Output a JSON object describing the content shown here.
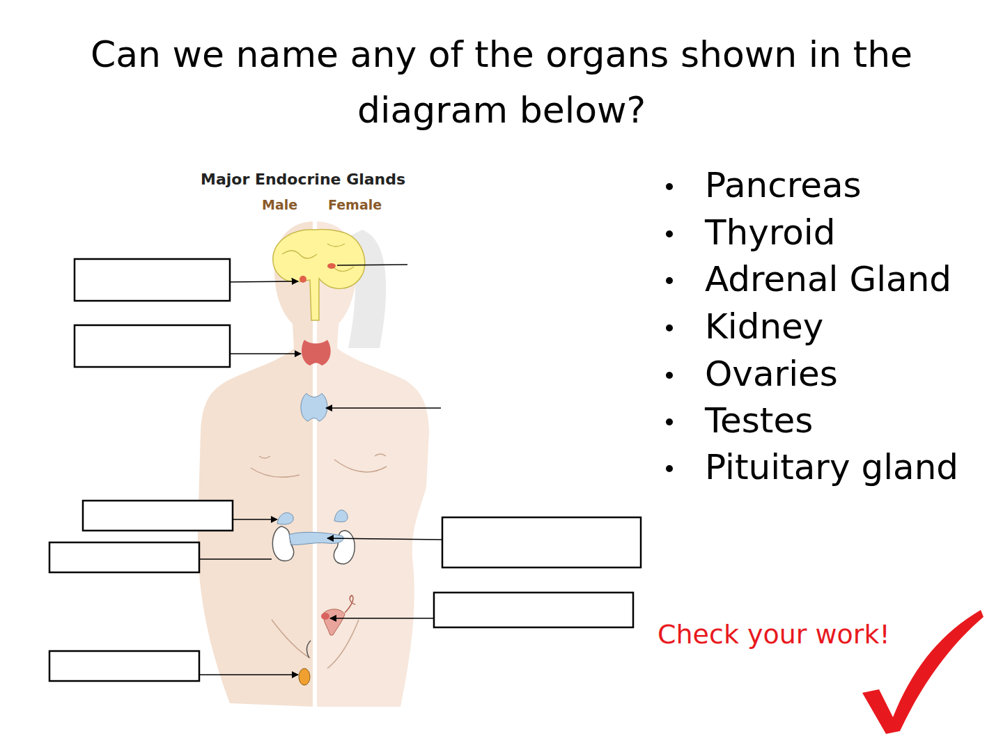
{
  "diagram": {
    "title": "Can we name any of the organs shown in the diagram below?",
    "labels": [
      "Major Endocrine Glands",
      "Male",
      "Female",
      "Pancreas",
      "Thyroid",
      "Adrenal Gland",
      "Kidney",
      "Ovaries",
      "Testes",
      "Pituitary gland",
      "Check your work!"
    ]
  }
}
